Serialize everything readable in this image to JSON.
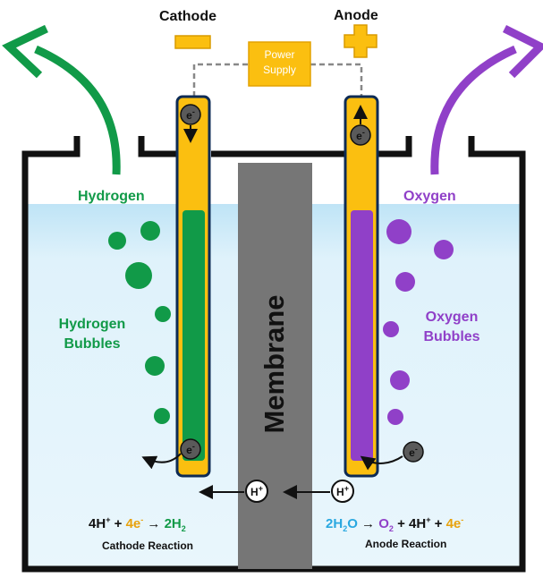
{
  "labels": {
    "cathode": "Cathode",
    "anode": "Anode",
    "power_supply_line1": "Power",
    "power_supply_line2": "Supply",
    "hydrogen": "Hydrogen",
    "oxygen": "Oxygen",
    "hydrogen_bubbles_line1": "Hydrogen",
    "hydrogen_bubbles_line2": "Bubbles",
    "oxygen_bubbles_line1": "Oxygen",
    "oxygen_bubbles_line2": "Bubbles",
    "membrane": "Membrane",
    "electron": "e",
    "electron_sup": "-",
    "proton": "H",
    "proton_sup": "+"
  },
  "cathode_reaction": {
    "reactant_1": "4H",
    "reactant_1_sup": "+",
    "plus": "+",
    "reactant_2": "4e",
    "reactant_2_sup": "-",
    "arrow": "→",
    "product": "2H",
    "product_sub": "2",
    "name": "Cathode Reaction"
  },
  "anode_reaction": {
    "reactant": "2H",
    "reactant_sub": "2",
    "reactant_tail": "O",
    "arrow": "→",
    "product_1": "O",
    "product_1_sub": "2",
    "plus_1": "+",
    "product_2": "4H",
    "product_2_sup": "+",
    "plus_2": "+",
    "product_3": "4e",
    "product_3_sup": "-",
    "name": "Anode Reaction"
  },
  "colors": {
    "hydrogen_green": "#119a48",
    "oxygen_purple": "#9040c8",
    "electrode_orange": "#fbbf10",
    "electrode_border": "#0d2b55",
    "water": "#d6effa",
    "membrane": "#767676",
    "water_blue_text": "#29a8e0",
    "electron_orange_text": "#e8a20c"
  },
  "icons": {
    "negative_terminal": "minus-sign-icon",
    "positive_terminal": "plus-sign-icon"
  }
}
